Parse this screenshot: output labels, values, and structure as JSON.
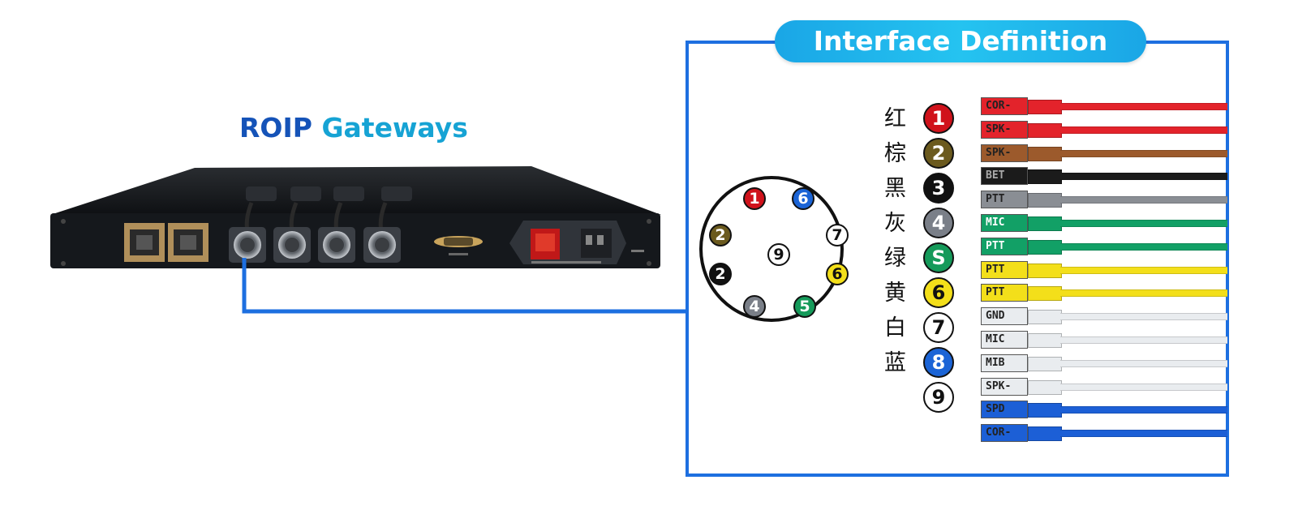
{
  "title": {
    "word1": "ROIP",
    "word2": "Gateways"
  },
  "panel": {
    "title": "Interface Definition"
  },
  "connector_pins": [
    {
      "num": "1",
      "fill": "#d0121b",
      "text_color": "#ffffff"
    },
    {
      "num": "6",
      "fill": "#1b64d6",
      "text_color": "#ffffff"
    },
    {
      "num": "2",
      "fill": "#6b5a1e",
      "text_color": "#ffffff"
    },
    {
      "num": "7",
      "fill": "#ffffff",
      "text_color": "#111111"
    },
    {
      "num": "9",
      "fill": "#ffffff",
      "text_color": "#111111"
    },
    {
      "num": "2",
      "fill": "#111111",
      "text_color": "#ffffff"
    },
    {
      "num": "6",
      "fill": "#f3df1a",
      "text_color": "#111111"
    },
    {
      "num": "4",
      "fill": "#7a7f88",
      "text_color": "#ffffff"
    },
    {
      "num": "5",
      "fill": "#159a5a",
      "text_color": "#ffffff"
    }
  ],
  "legend": [
    {
      "label": "红",
      "num": "1",
      "fill": "#d0121b",
      "text_color": "#ffffff"
    },
    {
      "label": "棕",
      "num": "2",
      "fill": "#6b5a1e",
      "text_color": "#ffffff"
    },
    {
      "label": "黑",
      "num": "3",
      "fill": "#111111",
      "text_color": "#ffffff"
    },
    {
      "label": "灰",
      "num": "4",
      "fill": "#7a7f88",
      "text_color": "#ffffff"
    },
    {
      "label": "绿",
      "num": "S",
      "fill": "#159a5a",
      "text_color": "#ffffff"
    },
    {
      "label": "黄",
      "num": "6",
      "fill": "#f3df1a",
      "text_color": "#111111"
    },
    {
      "label": "白",
      "num": "7",
      "fill": "#ffffff",
      "text_color": "#111111"
    },
    {
      "label": "蓝",
      "num": "8",
      "fill": "#1b64d6",
      "text_color": "#ffffff"
    },
    {
      "label": "",
      "num": "9",
      "fill": "#ffffff",
      "text_color": "#111111"
    }
  ],
  "wires": [
    {
      "label": "COR-",
      "color": "#e3232b",
      "text_color": "#222222"
    },
    {
      "label": "SPK-",
      "color": "#e3232b",
      "text_color": "#222222"
    },
    {
      "label": "SPK-",
      "color": "#9c5a2c",
      "text_color": "#222222"
    },
    {
      "label": "BET",
      "color": "#1b1b1b",
      "text_color": "#aaaaaa"
    },
    {
      "label": "PTT",
      "color": "#8a8e94",
      "text_color": "#222222"
    },
    {
      "label": "MIC",
      "color": "#12a066",
      "text_color": "#ffffff"
    },
    {
      "label": "PTT",
      "color": "#12a066",
      "text_color": "#ffffff"
    },
    {
      "label": "PTT",
      "color": "#f3df1a",
      "text_color": "#222222"
    },
    {
      "label": "PTT",
      "color": "#f3df1a",
      "text_color": "#222222"
    },
    {
      "label": "GND",
      "color": "#e9ecef",
      "text_color": "#222222"
    },
    {
      "label": "MIC",
      "color": "#e9ecef",
      "text_color": "#222222"
    },
    {
      "label": "MIB",
      "color": "#e9ecef",
      "text_color": "#222222"
    },
    {
      "label": "SPK-",
      "color": "#e9ecef",
      "text_color": "#222222"
    },
    {
      "label": "SPD",
      "color": "#1c5fd6",
      "text_color": "#222222"
    },
    {
      "label": "COR-",
      "color": "#1c5fd6",
      "text_color": "#222222"
    }
  ],
  "colors": {
    "accent_blue": "#1d6fe0",
    "header_cyan": "#1aa6e6",
    "device_body": "#15181c"
  }
}
